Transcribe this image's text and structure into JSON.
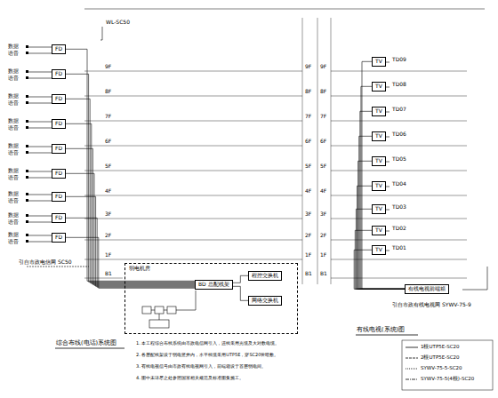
{
  "diagram": {
    "nodes": [
      {
        "text": [
          "FD"
        ]
      },
      {
        "text": [
          "FD"
        ]
      },
      {
        "text": [
          "FD"
        ]
      },
      {
        "text": [
          "FD"
        ]
      },
      {
        "text": [
          "FD"
        ]
      },
      {
        "text": [
          "FD"
        ]
      },
      {
        "text": [
          "FD"
        ]
      },
      {
        "text": [
          "FD"
        ]
      },
      {
        "text": [
          "FD"
        ]
      },
      {
        "text": [
          "弱电机房"
        ]
      },
      {
        "text": [
          "BD 总配线架"
        ],
        "in": 9
      },
      {
        "text": [
          "程控交换机"
        ],
        "in": 9
      },
      {
        "text": [
          "网络交换机"
        ],
        "in": 9
      },
      {
        "text": [
          "TV"
        ]
      },
      {
        "text": [
          "TV"
        ]
      },
      {
        "text": [
          "TV"
        ]
      },
      {
        "text": [
          "TV"
        ]
      },
      {
        "text": [
          "TV"
        ]
      },
      {
        "text": [
          "TV"
        ]
      },
      {
        "text": [
          "TV"
        ]
      },
      {
        "text": [
          "TV"
        ]
      },
      {
        "text": [
          "TV"
        ]
      },
      {
        "text": [
          "有线电视前端箱"
        ]
      }
    ],
    "edges": [
      {
        "from": 10,
        "to": 0,
        "arrow": "none"
      },
      {
        "from": 10,
        "to": 1,
        "arrow": "none"
      },
      {
        "from": 10,
        "to": 2,
        "arrow": "none"
      },
      {
        "from": 10,
        "to": 3,
        "arrow": "none"
      },
      {
        "from": 10,
        "to": 4,
        "arrow": "none"
      },
      {
        "from": 10,
        "to": 5,
        "arrow": "none"
      },
      {
        "from": 10,
        "to": 6,
        "arrow": "none"
      },
      {
        "from": 10,
        "to": 7,
        "arrow": "none"
      },
      {
        "from": 10,
        "to": 8,
        "arrow": "none"
      },
      {
        "from": 11,
        "to": 10,
        "arrow": "none"
      },
      {
        "from": 12,
        "to": 10,
        "arrow": "none"
      },
      {
        "from": 22,
        "to": 13,
        "arrow": "none"
      },
      {
        "from": 22,
        "to": 14,
        "arrow": "none"
      },
      {
        "from": 22,
        "to": 15,
        "arrow": "none"
      },
      {
        "from": 22,
        "to": 16,
        "arrow": "none"
      },
      {
        "from": 22,
        "to": 17,
        "arrow": "none"
      },
      {
        "from": 22,
        "to": 18,
        "arrow": "none"
      },
      {
        "from": 22,
        "to": 19,
        "arrow": "none"
      },
      {
        "from": 22,
        "to": 20,
        "arrow": "none"
      },
      {
        "from": 22,
        "to": 21,
        "arrow": "none"
      }
    ],
    "labels": [
      "数据",
      "语音",
      "数据",
      "语音",
      "数据",
      "语音",
      "数据",
      "语音",
      "数据",
      "语音",
      "数据",
      "语音",
      "数据",
      "语音",
      "数据",
      "语音",
      "数据",
      "语音",
      "9F",
      "8F",
      "7F",
      "6F",
      "5F",
      "4F",
      "3F",
      "2F",
      "1F",
      "B1",
      "9F",
      "8F",
      "7F",
      "6F",
      "5F",
      "4F",
      "3F",
      "2F",
      "1F",
      "B1",
      "9F",
      "8F",
      "7F",
      "6F",
      "5F",
      "4F",
      "3F",
      "2F",
      "1F",
      "B1",
      "TD09",
      "TD08",
      "TD07",
      "TD06",
      "TD05",
      "TD04",
      "TD03",
      "TD02",
      "TD01",
      "引自市政电信网 SC50",
      "引自市政有线电视网 SYWV-75-9",
      "综合布线(电话)系统图",
      "有线电视(系统)图",
      "1. 本工程综合布线系统由市政电信网引入，进线采用光缆及大对数电缆。",
      "2. 各层配线架设于弱电竖井内，水平线缆采用UTP5E，穿SC20管暗敷。",
      "3. 有线电视信号由市政有线电视网引入，前端箱设于首层弱电间。",
      "4. 图中未详尽之处参照国家相关规范及标准图集施工。",
      "WL-SC50"
    ],
    "legend": [
      {
        "text": "1根UTP5E-SC20"
      },
      {
        "text": "2根UTP5E-SC20"
      },
      {
        "text": "SYWV-75-5-SC20"
      },
      {
        "text": "SYWV-75-5(4根)-SC20"
      }
    ]
  }
}
